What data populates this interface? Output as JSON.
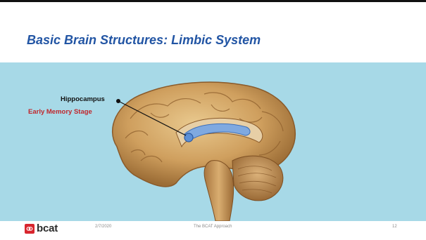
{
  "slide": {
    "title": "Basic Brain Structures:  Limbic System",
    "labels": {
      "hippocampus": "Hippocampus",
      "stage": "Early Memory Stage"
    },
    "image": "brain-sagittal-section",
    "footer": {
      "logo_text": "bcat",
      "date": "2/7/2020",
      "center_text": "The BCAT Approach",
      "page_number": "12"
    }
  },
  "colors": {
    "title": "#2255a4",
    "content_background": "#a7d9e7",
    "stage_label": "#c0272d",
    "logo_mark": "#d8262e"
  }
}
